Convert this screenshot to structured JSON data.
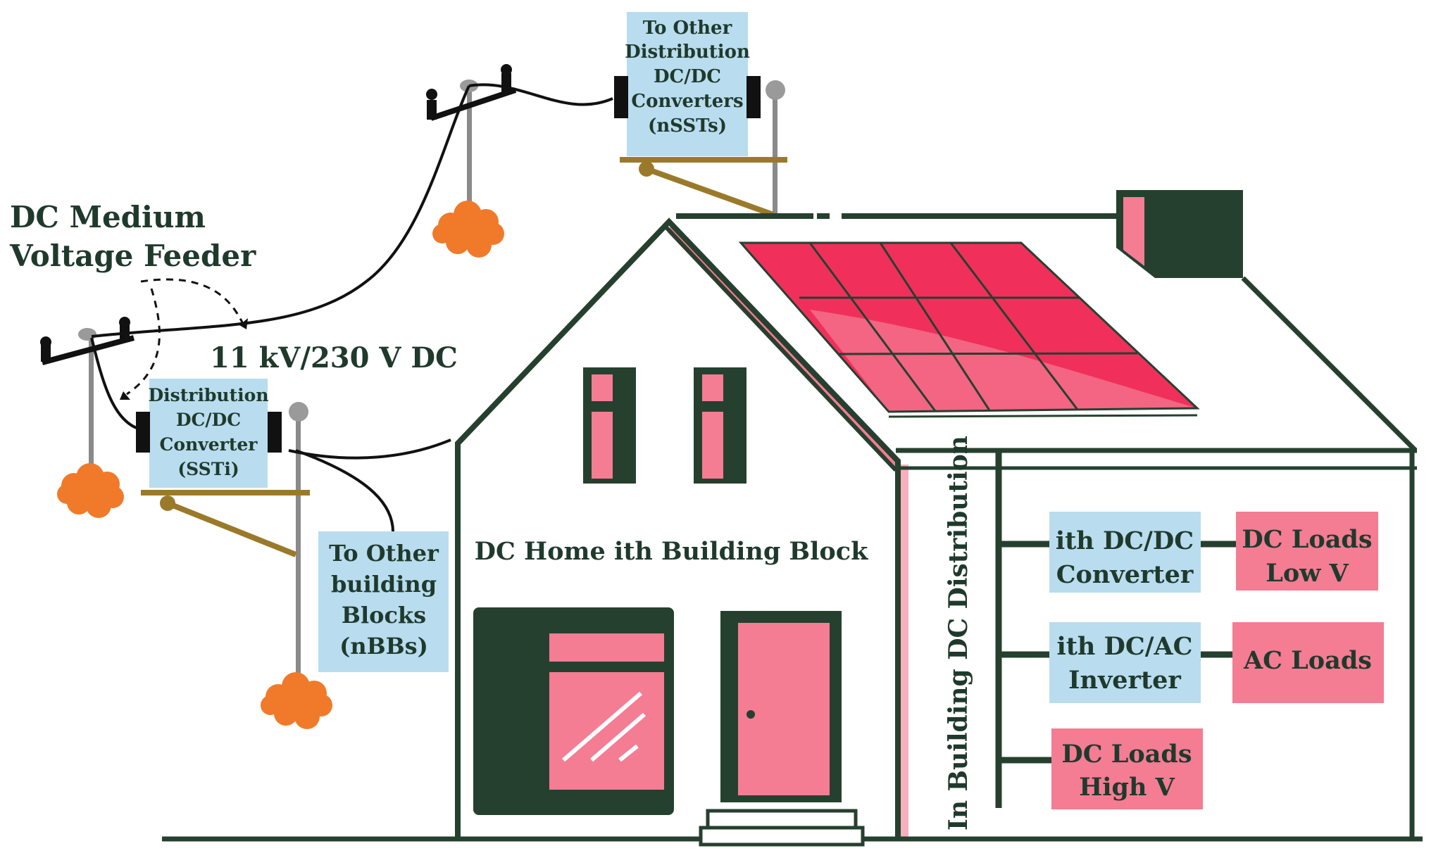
{
  "title": {
    "line1": "DC Medium",
    "line2": "Voltage Feeder"
  },
  "voltage_label": "11 kV/230 V DC",
  "nsst_box": {
    "line1": "To Other",
    "line2": "Distribution",
    "line3": "DC/DC",
    "line4": "Converters",
    "line5": "(nSSTs)"
  },
  "ssti_box": {
    "line1": "Distribution",
    "line2": "DC/DC",
    "line3": "Converter",
    "line4": "(SSTi)"
  },
  "nbb_box": {
    "line1": "To Other",
    "line2": "building",
    "line3": "Blocks",
    "line4": "(nBBs)"
  },
  "house_label": "DC Home ith Building Block",
  "distribution_label": "In Building DC Distribution",
  "dcdc_box": {
    "line1": "ith DC/DC",
    "line2": "Converter"
  },
  "dcac_box": {
    "line1": "ith DC/AC",
    "line2": "Inverter"
  },
  "dc_low_box": {
    "line1": "DC Loads",
    "line2": "Low V"
  },
  "ac_box": {
    "line1": "AC Loads"
  },
  "dc_high_box": {
    "line1": "DC Loads",
    "line2": "High V"
  },
  "colors": {
    "dark_green": "#26402f",
    "pink": "#f47c93",
    "solar_red": "#f0305a",
    "light_blue": "#b9dcef",
    "orange": "#f07a2a",
    "pole_grey": "#8a8a8a",
    "bracket_brown": "#9a7a2a"
  }
}
